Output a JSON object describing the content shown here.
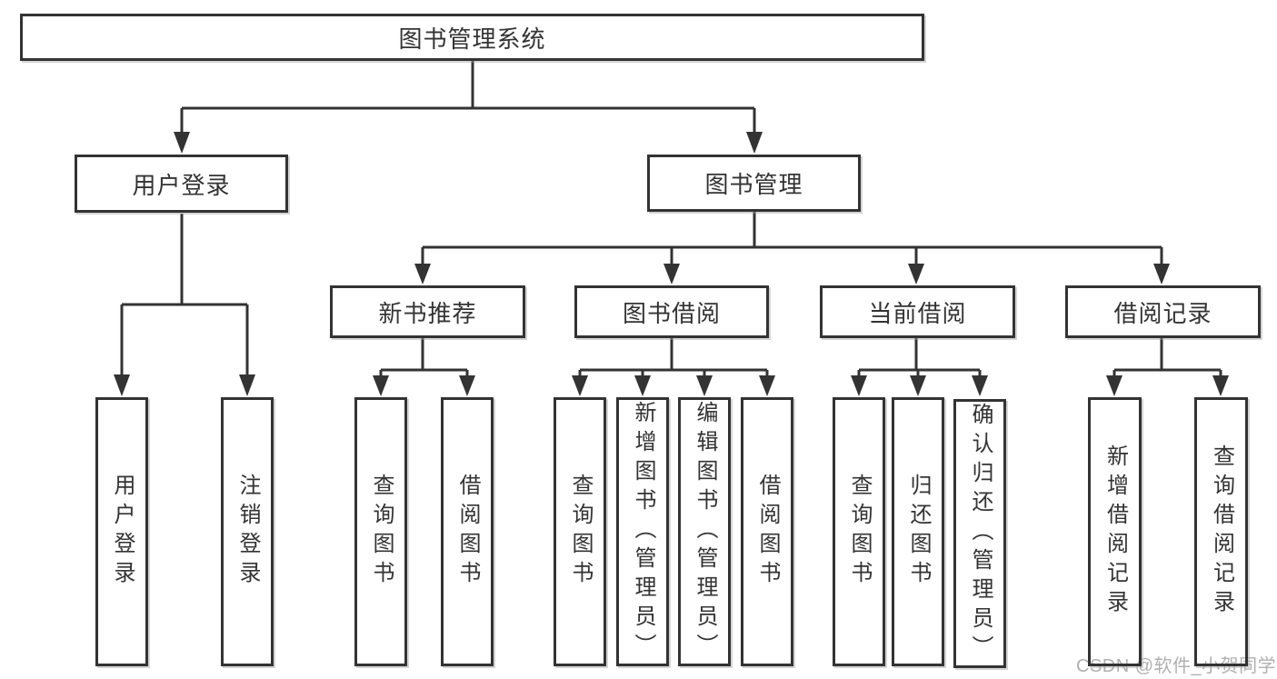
{
  "diagram": {
    "root": "图书管理系统",
    "level2": {
      "user_login": "用户登录",
      "book_mgmt": "图书管理"
    },
    "level3": {
      "new_books": "新书推荐",
      "book_borrow": "图书借阅",
      "current_borrow": "当前借阅",
      "borrow_record": "借阅记录"
    },
    "leaves": {
      "user_login": [
        "用户登录",
        "注销登录"
      ],
      "new_books": [
        "查询图书",
        "借阅图书"
      ],
      "book_borrow": [
        "查询图书",
        "新增图书（管理员）",
        "编辑图书（管理员）",
        "借阅图书"
      ],
      "current_borrow": [
        "查询图书",
        "归还图书",
        "确认归还（管理员）"
      ],
      "borrow_record": [
        "新增借阅记录",
        "查询借阅记录"
      ]
    }
  },
  "watermark": "CSDN @软件_小贺同学",
  "colors": {
    "line": "#333333",
    "box_border": "#333333",
    "text": "#333333",
    "background": "#ffffff",
    "watermark": "#b0b0b0"
  }
}
